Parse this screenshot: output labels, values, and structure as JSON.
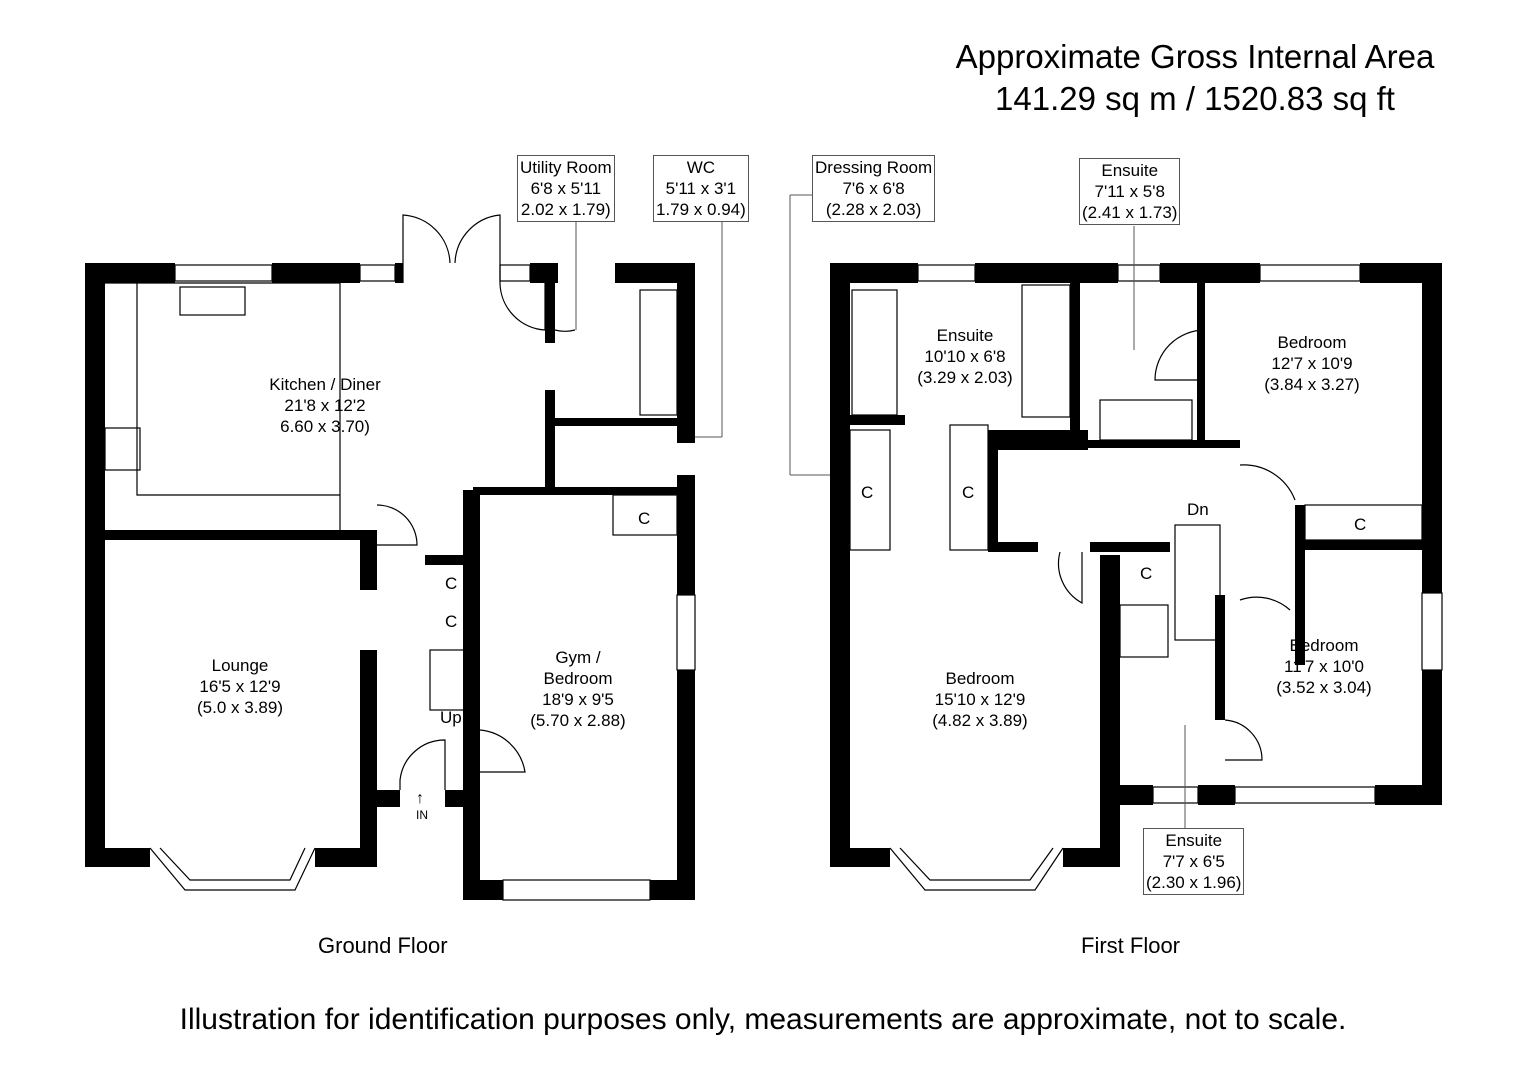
{
  "header": {
    "title_line1": "Approximate Gross Internal Area",
    "title_line2": "141.29 sq m / 1520.83 sq ft"
  },
  "ground_floor": {
    "label": "Ground Floor",
    "rooms": [
      {
        "name": "Kitchen / Diner",
        "imperial": "21'8 x 12'2",
        "metric": "6.60 x 3.70)"
      },
      {
        "name": "Lounge",
        "imperial": "16'5 x 12'9",
        "metric": "(5.0 x 3.89)"
      },
      {
        "name": "Gym /",
        "name2": "Bedroom",
        "imperial": "18'9 x 9'5",
        "metric": "(5.70 x 2.88)"
      }
    ],
    "callouts": [
      {
        "name": "Utility Room",
        "imperial": "6'8 x 5'11",
        "metric": "2.02 x 1.79)"
      },
      {
        "name": "WC",
        "imperial": "5'11 x 3'1",
        "metric": "1.79 x 0.94)"
      }
    ],
    "cupboard": "C",
    "stairs": "Up",
    "entrance": "IN"
  },
  "first_floor": {
    "label": "First Floor",
    "rooms": [
      {
        "name": "Ensuite",
        "imperial": "10'10 x 6'8",
        "metric": "(3.29 x 2.03)"
      },
      {
        "name": "Bedroom",
        "imperial": "12'7 x 10'9",
        "metric": "(3.84 x 3.27)"
      },
      {
        "name": "Bedroom",
        "imperial": "15'10 x 12'9",
        "metric": "(4.82 x 3.89)"
      },
      {
        "name": "Bedroom",
        "imperial": "11'7 x 10'0",
        "metric": "(3.52 x 3.04)"
      }
    ],
    "callouts": [
      {
        "name": "Dressing Room",
        "imperial": "7'6 x 6'8",
        "metric": "(2.28 x 2.03)"
      },
      {
        "name": "Ensuite",
        "imperial": "7'11 x 5'8",
        "metric": "(2.41 x 1.73)"
      },
      {
        "name": "Ensuite",
        "imperial": "7'7 x 6'5",
        "metric": "(2.30 x 1.96)"
      }
    ],
    "cupboard": "C",
    "stairs": "Dn"
  },
  "footer": {
    "disclaimer": "Illustration for identification purposes only, measurements are approximate, not to scale."
  }
}
